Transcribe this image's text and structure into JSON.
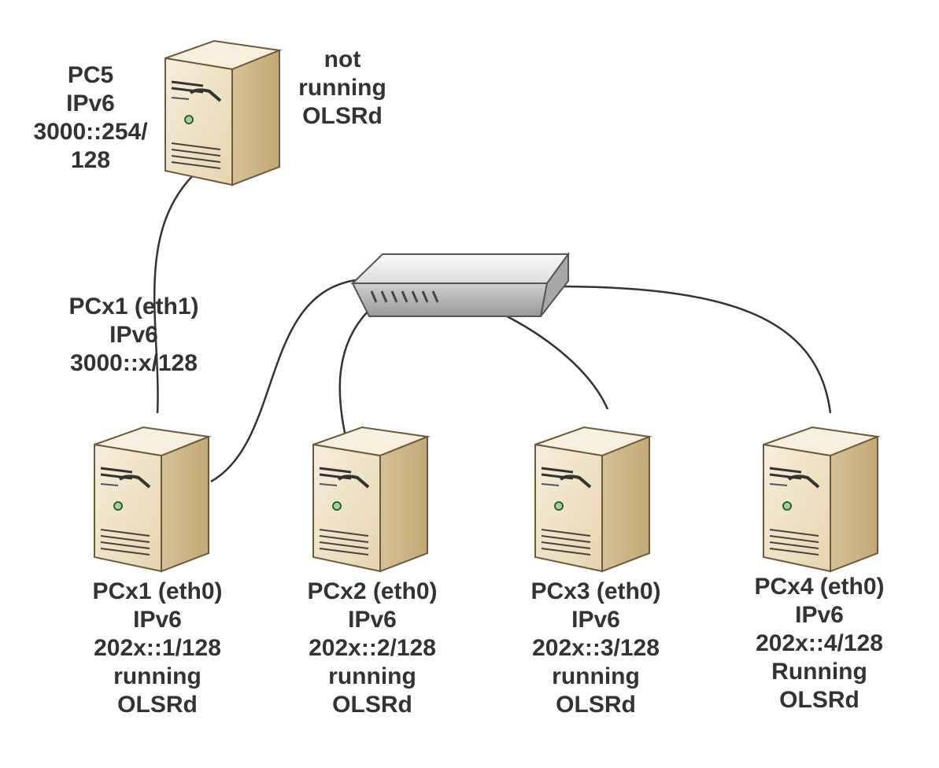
{
  "nodes": {
    "pc5": {
      "lines": [
        "PC5",
        "IPv6",
        "3000::254/",
        "128"
      ],
      "status": [
        "not",
        "running",
        "OLSRd"
      ]
    },
    "pcx1_eth1": {
      "lines": [
        "PCx1 (eth1)",
        "IPv6",
        "3000::x/128"
      ]
    },
    "pcx1": {
      "lines": [
        "PCx1 (eth0)",
        "IPv6",
        "202x::1/128",
        "running",
        "OLSRd"
      ]
    },
    "pcx2": {
      "lines": [
        "PCx2 (eth0)",
        "IPv6",
        "202x::2/128",
        "running",
        "OLSRd"
      ]
    },
    "pcx3": {
      "lines": [
        "PCx3 (eth0)",
        "IPv6",
        "202x::3/128",
        "running",
        "OLSRd"
      ]
    },
    "pcx4": {
      "lines": [
        "PCx4 (eth0)",
        "IPv6",
        "202x::4/128",
        "Running",
        "OLSRd"
      ]
    }
  },
  "colors": {
    "server_front": "#f1e6cc",
    "server_side": "#d8c39a",
    "server_top": "#f7efdc",
    "switch_top": "#f0f0f0",
    "switch_side": "#b9b9b9",
    "cable": "#333333",
    "text": "#333333"
  },
  "icons": {
    "server": "server-tower-icon",
    "switch": "network-switch-icon"
  }
}
